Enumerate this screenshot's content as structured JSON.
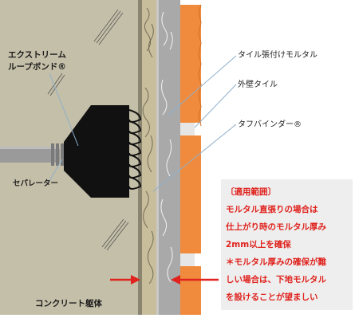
{
  "labels": {
    "product": [
      "エクストリーム",
      "ループボンド®"
    ],
    "separator": "セパレーター",
    "concrete": "コンクリート躯体",
    "tile_mortar": "タイル張付けモルタル",
    "exterior_tile": "外壁タイル",
    "tough_binder": "タフバインダー®"
  },
  "note": {
    "title": "〔適用範囲〕",
    "lines": [
      "モルタル直張りの場合は",
      "仕上がり時のモルタル厚み",
      "2mm以上を確保",
      "＊モルタル厚みの確保が難",
      "しい場合は、下地モルタル",
      "を設けることが望ましい"
    ]
  },
  "colors": {
    "concrete": "#c4bfa8",
    "binder_layer": "#c8be9c",
    "mortar_gray": "#a8a8a8",
    "tile_orange": "#f08a3c",
    "anchor_black": "#111111",
    "separator_gray": "#9a9a9a",
    "leader_blue": "#8fb0cc",
    "arrow_red": "#e0231e",
    "note_text_red": "#e0231e"
  }
}
